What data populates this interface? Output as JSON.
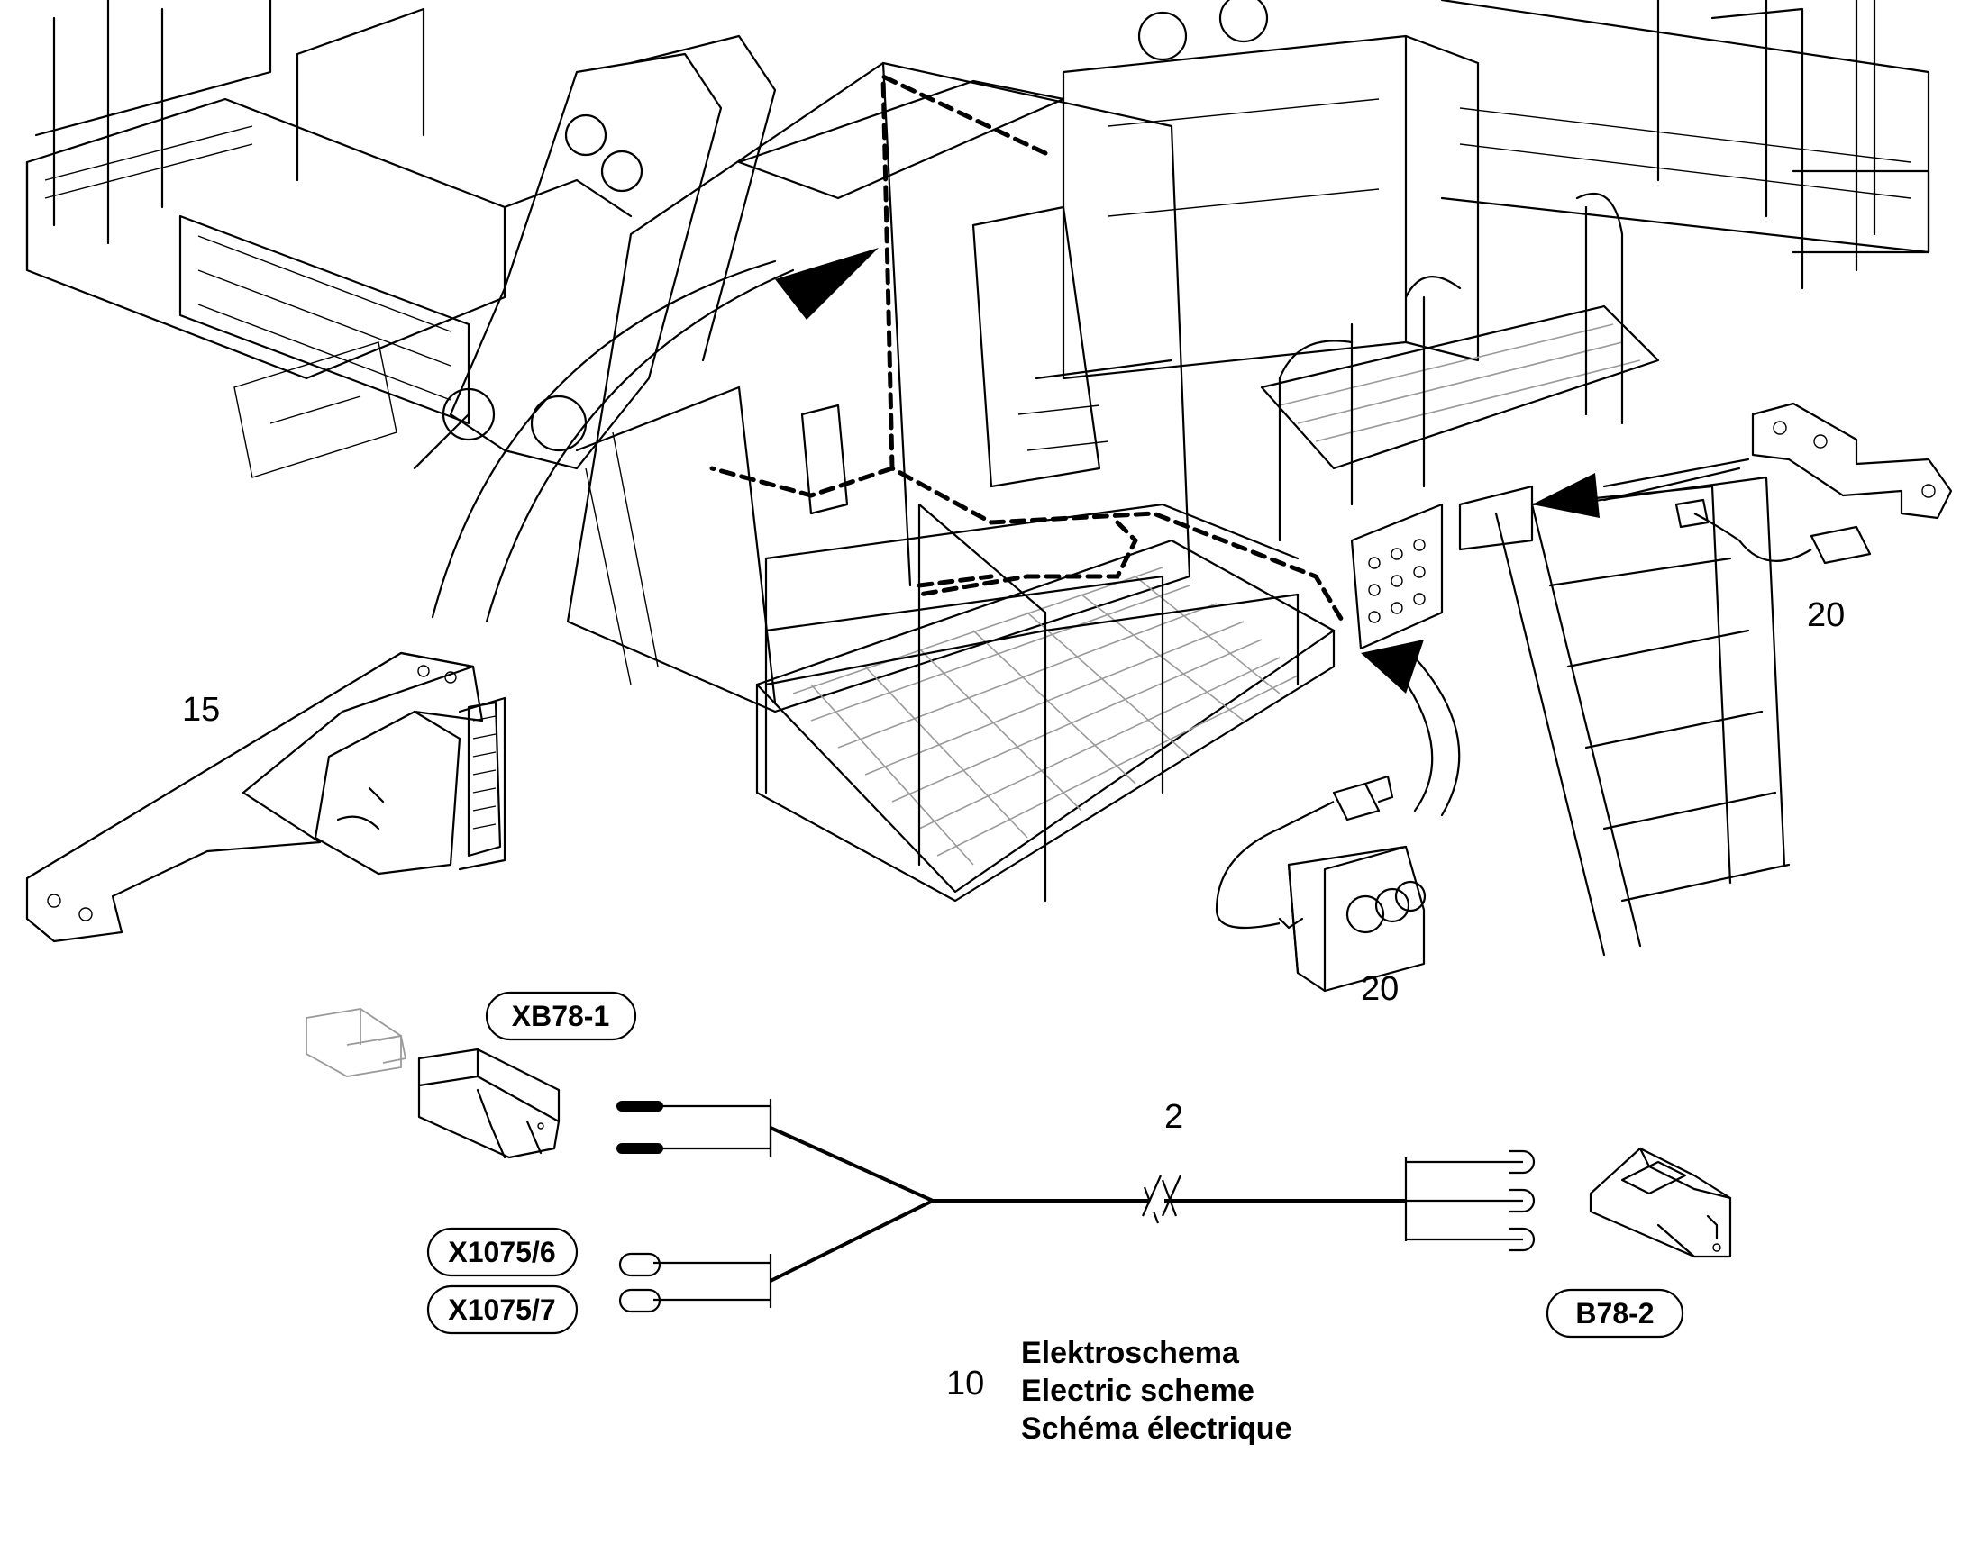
{
  "callouts": {
    "item_15": "15",
    "item_20_top": "20",
    "item_20_bottom": "20",
    "item_2": "2",
    "item_10": "10"
  },
  "connectors": {
    "xb78_1": "XB78-1",
    "x1075_6": "X1075/6",
    "x1075_7": "X1075/7",
    "b78_2": "B78-2"
  },
  "legend": {
    "line_de": "Elektroschema",
    "line_en": "Electric scheme",
    "line_fr": "Schéma électrique"
  }
}
